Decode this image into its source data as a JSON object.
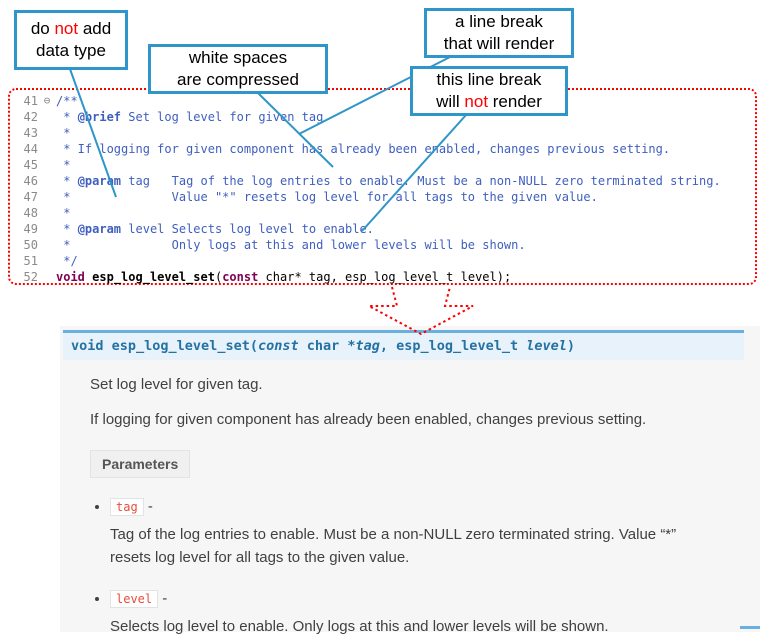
{
  "colors": {
    "callout_border": "#2e96c8",
    "annotation_red": "#ff0000",
    "comment_blue": "#3f5fbf",
    "keyword_maroon": "#7f0055",
    "signature_bg": "#e7f2fa",
    "signature_border": "#6ab0de",
    "signature_text": "#2471a3",
    "code_literal_red": "#e74c3c",
    "docs_panel_bg": "#f6f6f6"
  },
  "callouts": [
    {
      "lines": [
        [
          {
            "t": "do "
          },
          {
            "t": "not",
            "red": true
          },
          {
            "t": " add"
          }
        ],
        [
          {
            "t": "data type"
          }
        ]
      ]
    },
    {
      "lines": [
        [
          {
            "t": "white spaces"
          }
        ],
        [
          {
            "t": "are  compressed"
          }
        ]
      ]
    },
    {
      "lines": [
        [
          {
            "t": "a line break"
          }
        ],
        [
          {
            "t": "that will render"
          }
        ]
      ]
    },
    {
      "lines": [
        [
          {
            "t": "this line break"
          }
        ],
        [
          {
            "t": "will "
          },
          {
            "t": "not",
            "red": true
          },
          {
            "t": " render"
          }
        ]
      ]
    }
  ],
  "editor": {
    "lines": [
      {
        "num": "41",
        "fold": "⊖",
        "segs": [
          {
            "t": "/**",
            "c": "cm"
          }
        ]
      },
      {
        "num": "42",
        "segs": [
          {
            "t": " * ",
            "c": "cm"
          },
          {
            "t": "@brief",
            "c": "tag"
          },
          {
            "t": " Set log level for given tag",
            "c": "cm"
          }
        ]
      },
      {
        "num": "43",
        "segs": [
          {
            "t": " *",
            "c": "cm"
          }
        ]
      },
      {
        "num": "44",
        "segs": [
          {
            "t": " * If logging for given component has already been enabled, changes previous setting.",
            "c": "cm"
          }
        ]
      },
      {
        "num": "45",
        "segs": [
          {
            "t": " *",
            "c": "cm"
          }
        ]
      },
      {
        "num": "46",
        "segs": [
          {
            "t": " * ",
            "c": "cm"
          },
          {
            "t": "@param",
            "c": "tag"
          },
          {
            "t": " tag   Tag of the log entries to enable. Must be a non-NULL zero terminated string.",
            "c": "cm"
          }
        ]
      },
      {
        "num": "47",
        "segs": [
          {
            "t": " *              Value \"*\" resets log level for all tags to the given value.",
            "c": "cm"
          }
        ]
      },
      {
        "num": "48",
        "segs": [
          {
            "t": " *",
            "c": "cm"
          }
        ]
      },
      {
        "num": "49",
        "segs": [
          {
            "t": " * ",
            "c": "cm"
          },
          {
            "t": "@param",
            "c": "tag"
          },
          {
            "t": " level Selects log level to enable.",
            "c": "cm"
          }
        ]
      },
      {
        "num": "50",
        "segs": [
          {
            "t": " *              Only logs at this and lower levels will be shown.",
            "c": "cm"
          }
        ]
      },
      {
        "num": "51",
        "segs": [
          {
            "t": " */",
            "c": "cm"
          }
        ]
      },
      {
        "num": "52",
        "segs": [
          {
            "t": "void",
            "c": "kw"
          },
          {
            "t": " ",
            "c": "pl"
          },
          {
            "t": "esp_log_level_set",
            "c": "fn"
          },
          {
            "t": "(",
            "c": "pl"
          },
          {
            "t": "const",
            "c": "kw"
          },
          {
            "t": " char* tag, esp_log_level_t level);",
            "c": "pl"
          }
        ]
      }
    ]
  },
  "docs": {
    "signature": [
      {
        "t": "void",
        "c": "s-kw"
      },
      {
        "t": " ",
        "c": "s-pl"
      },
      {
        "t": "esp_log_level_set",
        "c": "s-name"
      },
      {
        "t": "(",
        "c": "s-pl"
      },
      {
        "t": "const",
        "c": "s-kwit"
      },
      {
        "t": " char *",
        "c": "s-pl"
      },
      {
        "t": "tag",
        "c": "s-param"
      },
      {
        "t": ", esp_log_level_t ",
        "c": "s-pl"
      },
      {
        "t": "level",
        "c": "s-param"
      },
      {
        "t": ")",
        "c": "s-pl"
      }
    ],
    "p1": "Set log level for given tag.",
    "p2": "If logging for given component has already been enabled, changes previous setting.",
    "params_label": "Parameters",
    "items": [
      {
        "name": "tag",
        "dash": " -",
        "desc": "Tag of the log entries to enable. Must be a non-NULL zero terminated string. Value “*” resets log level for all tags to the given value."
      },
      {
        "name": "level",
        "dash": " -",
        "desc": "Selects log level to enable. Only logs at this and lower levels will be shown."
      }
    ]
  }
}
